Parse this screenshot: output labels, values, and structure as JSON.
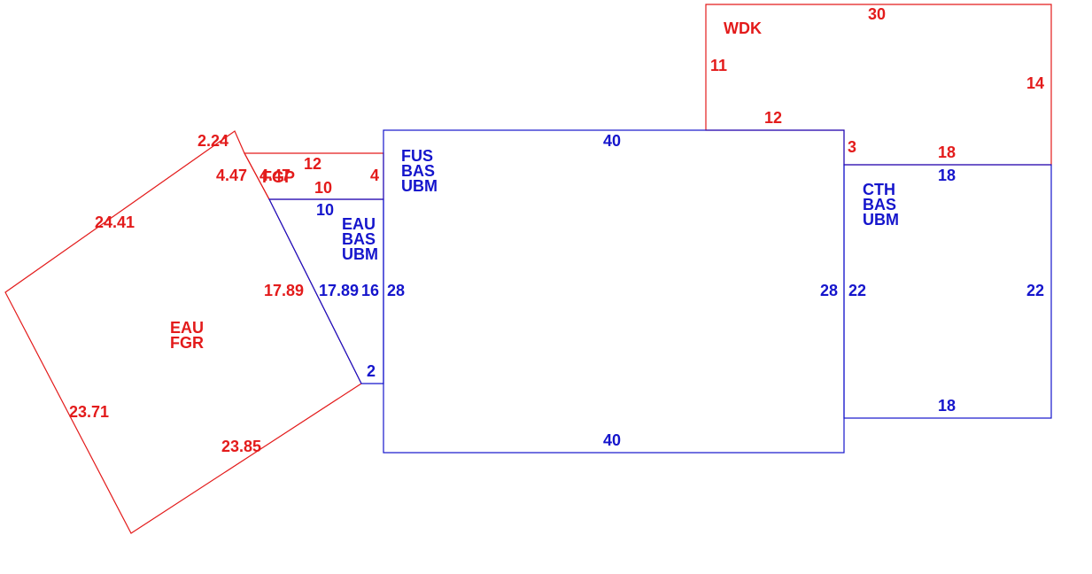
{
  "colors": {
    "red": "#e31b1b",
    "blue": "#1515cc",
    "background": "#ffffff"
  },
  "areas": {
    "fus": {
      "codes": [
        "FUS",
        "BAS",
        "UBM"
      ]
    },
    "cth": {
      "codes": [
        "CTH",
        "BAS",
        "UBM"
      ]
    },
    "eau_blue": {
      "codes": [
        "EAU",
        "BAS",
        "UBM"
      ]
    },
    "eau_red": {
      "codes": [
        "EAU",
        "FGR"
      ]
    },
    "wdk": {
      "codes": [
        "WDK"
      ]
    },
    "fgp": {
      "codes": [
        "FGP"
      ]
    }
  },
  "dimensions": {
    "fus_top": "40",
    "fus_bottom": "40",
    "fus_left": "28",
    "fus_right": "28",
    "cth_top": "18",
    "cth_bottom": "18",
    "cth_left": "22",
    "cth_right": "22",
    "eau_blue_top": "10",
    "eau_blue_diagonal": "17.89",
    "eau_blue_right": "16",
    "eau_blue_bottom": "2",
    "wdk_top": "30",
    "wdk_left": "11",
    "wdk_right": "14",
    "wdk_bottom": "12",
    "wdk_step": "3",
    "wdk_lower": "18",
    "fgp_top": "12",
    "fgp_bottom": "10",
    "fgp_right": "4",
    "fgp_left": "4.47",
    "fgp_diagonal": "4.47",
    "eau_red_top_short": "2.24",
    "eau_red_upper_left": "24.41",
    "eau_red_lower_left": "23.71",
    "eau_red_bottom": "23.85",
    "eau_red_right": "17.89"
  }
}
